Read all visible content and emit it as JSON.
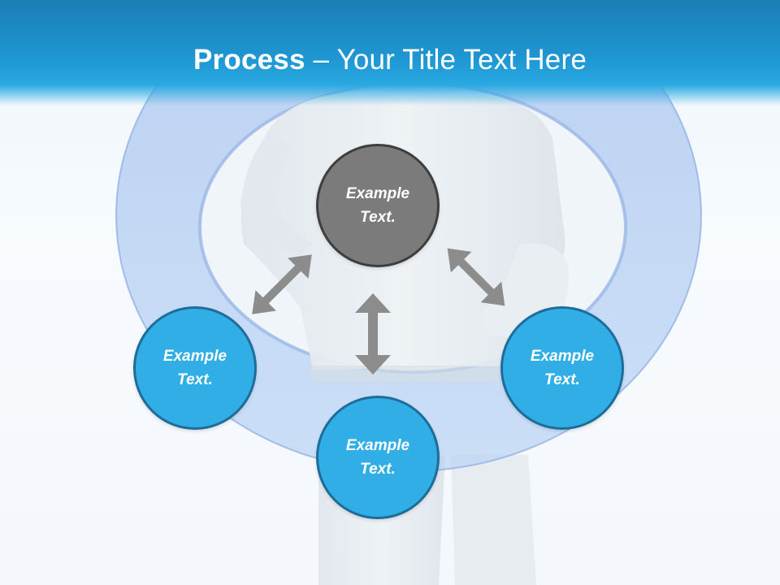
{
  "slide": {
    "title_bold": "Process",
    "title_rest": " – Your Title Text Here"
  },
  "nodes": {
    "center": {
      "label": "Example Text."
    },
    "left": {
      "label": "Example Text."
    },
    "bottom": {
      "label": "Example Text."
    },
    "right": {
      "label": "Example Text."
    }
  },
  "colors": {
    "header_blue": "#1e96d2",
    "node_blue": "#31aee6",
    "node_gray": "#7b7b7b",
    "arrow_gray": "#8c8c8c"
  }
}
